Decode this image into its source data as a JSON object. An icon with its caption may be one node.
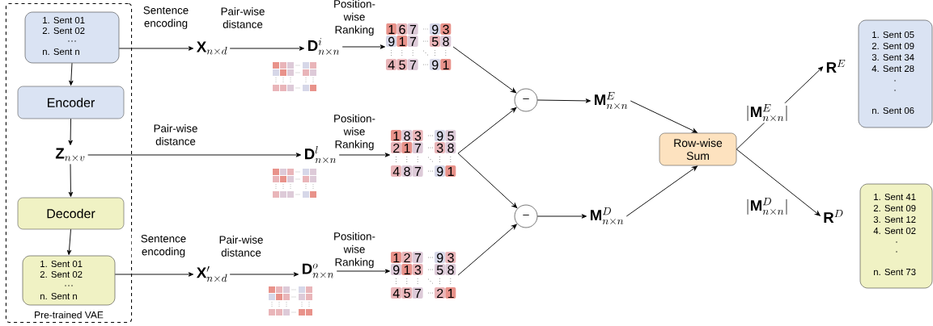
{
  "diagram": {
    "nodes": [
      {
        "text": [
          "Pre-trained VAE"
        ]
      },
      {
        "text": [
          "1. Sent 01",
          "2. Sent 02",
          "n. Sent n"
        ],
        "in": 0
      },
      {
        "text": [
          "Encoder"
        ],
        "in": 0
      },
      {
        "text": [
          "\\mathbf{Z}_{n\\times v}"
        ],
        "in": 0
      },
      {
        "text": [
          "Decoder"
        ],
        "in": 0
      },
      {
        "text": [
          "1. Sent 01",
          "2. Sent 02",
          "n. Sent n"
        ],
        "in": 0
      },
      {
        "text": [
          "\\mathbf{X}_{n\\times d}"
        ]
      },
      {
        "text": [
          "\\mathbf{X}'_{n\\times d}"
        ]
      },
      {
        "text": [
          "\\mathbf{D}^{i}_{n\\times n}"
        ]
      },
      {
        "text": [
          "\\mathbf{D}^{l}_{n\\times n}"
        ]
      },
      {
        "text": [
          "\\mathbf{D}^{o}_{n\\times n}"
        ]
      },
      {
        "text": [
          "1 6 7",
          "9 3",
          "9 1 7",
          "5 8",
          "4 5 7",
          "9 1"
        ]
      },
      {
        "text": [
          "1 8 3",
          "9 5",
          "2 1 7",
          "3 8",
          "4 8 7",
          "9 1"
        ]
      },
      {
        "text": [
          "1 2 7",
          "9 3",
          "9 1 3",
          "5 8",
          "4 5 7",
          "2 1"
        ]
      },
      {
        "text": [
          "–"
        ]
      },
      {
        "text": [
          "–"
        ]
      },
      {
        "text": [
          "\\mathbf{M}^{E}_{n\\times n}"
        ]
      },
      {
        "text": [
          "\\mathbf{M}^{D}_{n\\times n}"
        ]
      },
      {
        "text": [
          "Row-wise Sum"
        ]
      },
      {
        "text": [
          "\\mathbf{R}^{E}"
        ]
      },
      {
        "text": [
          "\\mathbf{R}^{D}"
        ]
      },
      {
        "text": [
          "1. Sent 05",
          "2. Sent 09",
          "3. Sent 34",
          "4. Sent 28",
          "n. Sent 06"
        ]
      },
      {
        "text": [
          "1. Sent 41",
          "2. Sent 09",
          "3. Sent 12",
          "4. Sent 02",
          "n. Sent 73"
        ]
      }
    ],
    "edges": [
      {
        "from": 1,
        "to": 6,
        "arrow": "to",
        "label": "Sentence encoding"
      },
      {
        "from": 6,
        "to": 8,
        "arrow": "to",
        "label": "Pair-wise distance"
      },
      {
        "from": 8,
        "to": 11,
        "arrow": "to",
        "label": "Position-wise Ranking"
      },
      {
        "from": 1,
        "to": 2,
        "arrow": "to"
      },
      {
        "from": 2,
        "to": 3,
        "arrow": "to"
      },
      {
        "from": 3,
        "to": 9,
        "arrow": "to",
        "label": "Pair-wise distance"
      },
      {
        "from": 3,
        "to": 4,
        "arrow": "to"
      },
      {
        "from": 4,
        "to": 5,
        "arrow": "to"
      },
      {
        "from": 5,
        "to": 7,
        "arrow": "to",
        "label": "Sentence encoding"
      },
      {
        "from": 7,
        "to": 10,
        "arrow": "to",
        "label": "Pair-wise distance"
      },
      {
        "from": 9,
        "to": 12,
        "arrow": "to",
        "label": "Position-wise Ranking"
      },
      {
        "from": 10,
        "to": 13,
        "arrow": "to",
        "label": "Position-wise Ranking"
      },
      {
        "from": 11,
        "to": 14,
        "arrow": "to"
      },
      {
        "from": 12,
        "to": 14,
        "arrow": "to"
      },
      {
        "from": 12,
        "to": 15,
        "arrow": "to"
      },
      {
        "from": 13,
        "to": 15,
        "arrow": "to"
      },
      {
        "from": 14,
        "to": 16,
        "arrow": "to"
      },
      {
        "from": 15,
        "to": 17,
        "arrow": "to"
      },
      {
        "from": 16,
        "to": 18,
        "arrow": "to"
      },
      {
        "from": 17,
        "to": 18,
        "arrow": "to"
      },
      {
        "from": 18,
        "to": 19,
        "arrow": "to",
        "label": "|\\mathbf{M}^{E}_{n\\times n}|"
      },
      {
        "from": 18,
        "to": 20,
        "arrow": "to",
        "label": "|\\mathbf{M}^{D}_{n\\times n}|"
      }
    ]
  }
}
